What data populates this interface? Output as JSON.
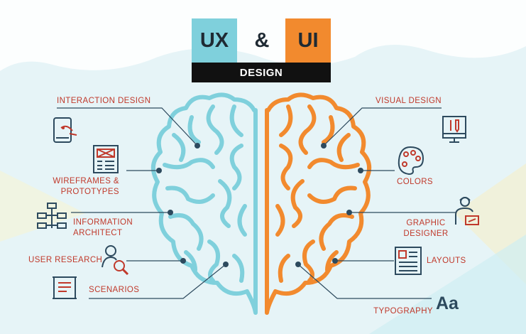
{
  "title": {
    "ux": "UX",
    "amp": "&",
    "ui": "UI",
    "design": "DESIGN"
  },
  "left_labels": {
    "interaction_design": "INTERACTION DESIGN",
    "wireframes_line1": "WIREFRAMES &",
    "wireframes_line2": "PROTOTYPES",
    "information_line1": "INFORMATION",
    "information_line2": "ARCHITECT",
    "user_research": "USER RESEARCH",
    "scenarios": "SCENARIOS"
  },
  "right_labels": {
    "visual_design": "VISUAL DESIGN",
    "colors": "COLORS",
    "graphic_line1": "GRAPHIC",
    "graphic_line2": "DESIGNER",
    "layouts": "LAYOUTS",
    "typography": "TYPOGRAPHY",
    "typography_glyph": "Aa"
  },
  "colors": {
    "ux_accent": "#7fd0dc",
    "ui_accent": "#f28a2e",
    "label_red": "#c0392b",
    "icon_navy": "#2d4a5e",
    "bar_black": "#111111"
  }
}
